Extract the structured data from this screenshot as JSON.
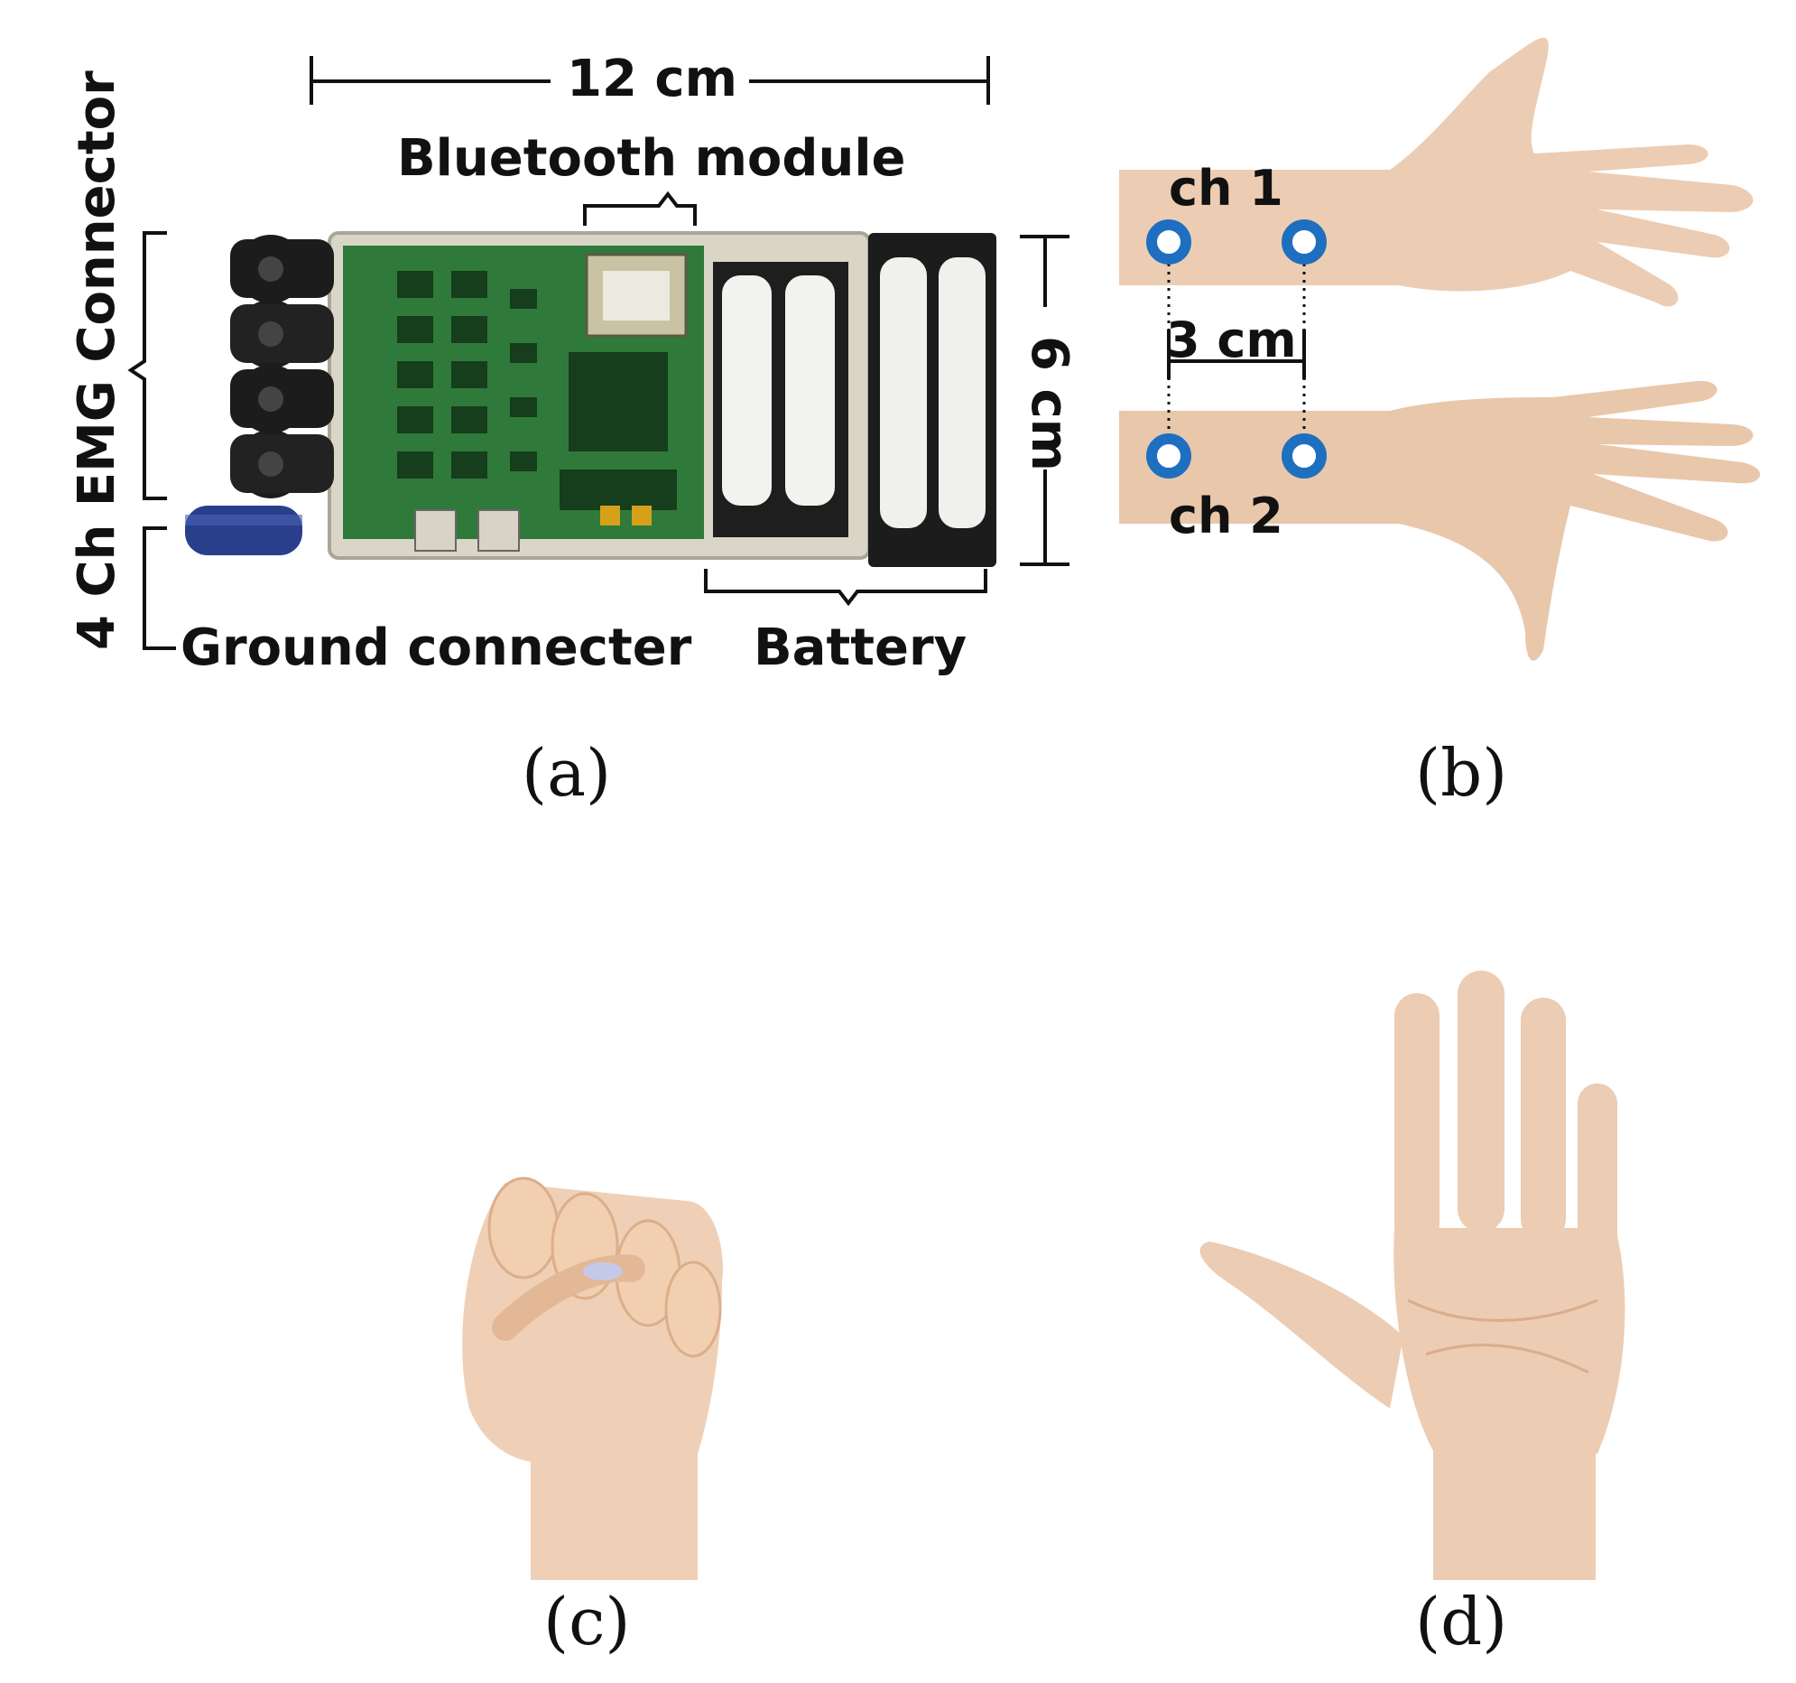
{
  "panel_a": {
    "width_label": "12 cm",
    "bluetooth_label": "Bluetooth module",
    "connector_label": "4 Ch EMG Connector",
    "ground_label": "Ground connecter",
    "battery_label": "Battery",
    "height_label": "6 cm",
    "caption": "(a)"
  },
  "panel_b": {
    "ch1_label": "ch 1",
    "ch2_label": "ch 2",
    "spacing_label": "3 cm",
    "caption": "(b)",
    "electrode_color": "#1f6fc0"
  },
  "panel_c": {
    "caption": "(c)"
  },
  "panel_d": {
    "caption": "(d)"
  },
  "colors": {
    "pcb_green": "#2f7a3a",
    "enclosure": "#d9d6c8",
    "skin": "#eccdb3",
    "connector_black": "#1c1c1c",
    "capacitor_blue": "#2a3f8c"
  }
}
